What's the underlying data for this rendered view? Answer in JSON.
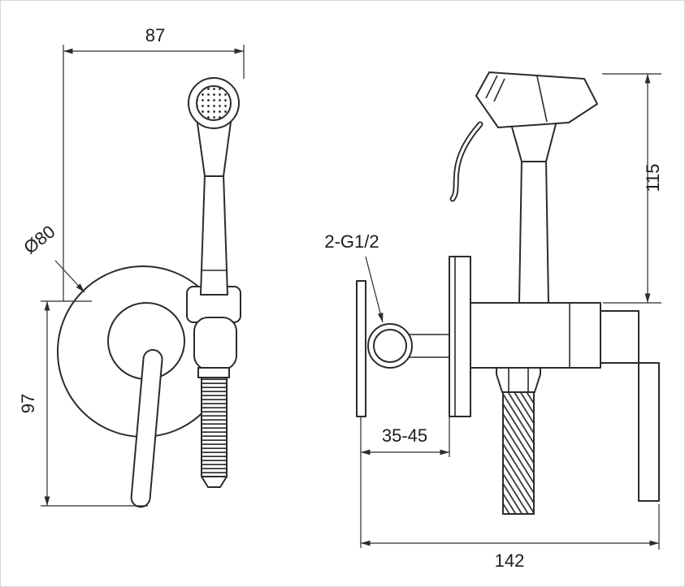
{
  "drawing": {
    "kind": "technical-drawing",
    "line_color": "#2b2b2b",
    "background": "#ffffff",
    "front_view": {
      "dim_top_width": "87",
      "dim_plate_diameter": "Ø80",
      "dim_height": "97"
    },
    "side_view": {
      "dim_height": "115",
      "label_thread": "2-G1/2",
      "dim_depth_range": "35-45",
      "dim_width": "142"
    }
  }
}
